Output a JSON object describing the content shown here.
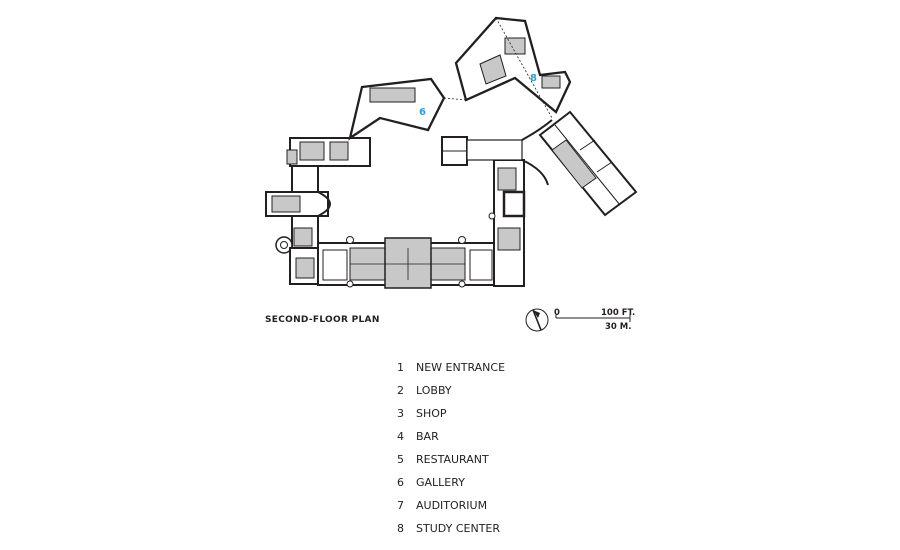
{
  "plan": {
    "title": "SECOND-FLOOR PLAN",
    "room_labels": [
      "6",
      "8"
    ]
  },
  "scale": {
    "zero": "0",
    "feet": "100 FT.",
    "meters": "30 M."
  },
  "legend": [
    {
      "num": "1",
      "label": "NEW ENTRANCE"
    },
    {
      "num": "2",
      "label": "LOBBY"
    },
    {
      "num": "3",
      "label": "SHOP"
    },
    {
      "num": "4",
      "label": "BAR"
    },
    {
      "num": "5",
      "label": "RESTAURANT"
    },
    {
      "num": "6",
      "label": "GALLERY"
    },
    {
      "num": "7",
      "label": "AUDITORIUM"
    },
    {
      "num": "8",
      "label": "STUDY CENTER"
    }
  ],
  "colors": {
    "wall": "#231f20",
    "floor_fill": "#c8c8c8",
    "room_number": "#2e9bd6"
  }
}
